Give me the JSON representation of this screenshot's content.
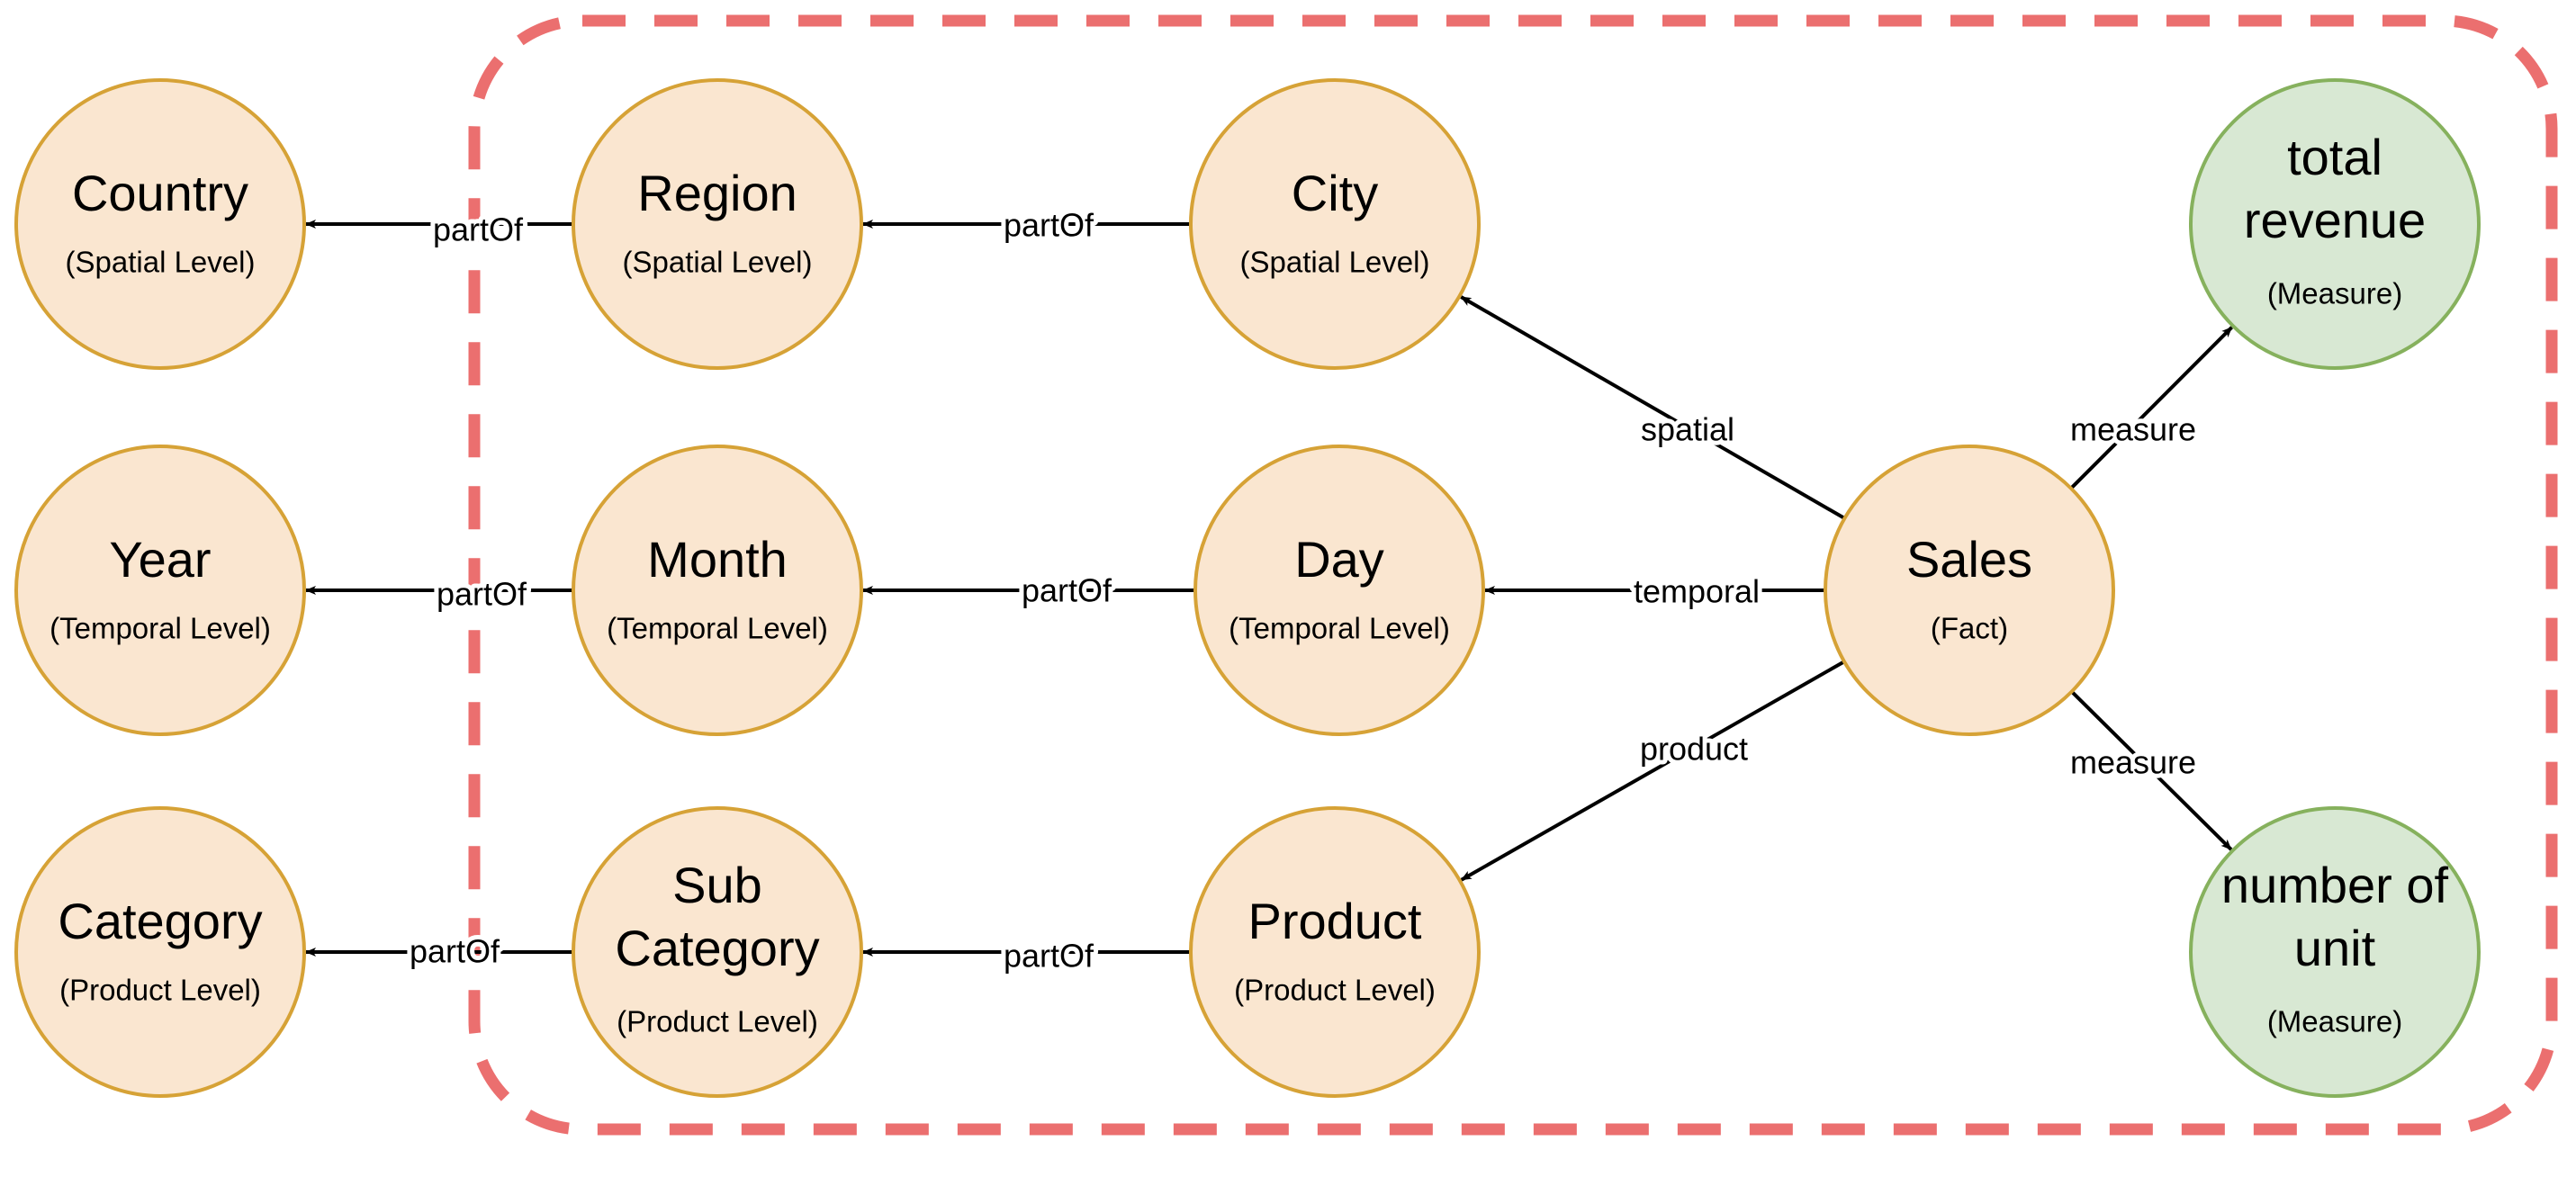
{
  "colors": {
    "dimension_fill": "#fae6d0",
    "dimension_stroke": "#d6a236",
    "measure_fill": "#d8e8d3",
    "measure_stroke": "#86b15d",
    "boundary": "#eb6f6f",
    "edge": "#000000"
  },
  "nodes": {
    "country": {
      "title": [
        "Country"
      ],
      "subtitle": "(Spatial Level)"
    },
    "region": {
      "title": [
        "Region"
      ],
      "subtitle": "(Spatial Level)"
    },
    "city": {
      "title": [
        "City"
      ],
      "subtitle": "(Spatial Level)"
    },
    "year": {
      "title": [
        "Year"
      ],
      "subtitle": "(Temporal Level)"
    },
    "month": {
      "title": [
        "Month"
      ],
      "subtitle": "(Temporal Level)"
    },
    "day": {
      "title": [
        "Day"
      ],
      "subtitle": "(Temporal Level)"
    },
    "category": {
      "title": [
        "Category"
      ],
      "subtitle": "(Product Level)"
    },
    "sub_category": {
      "title": [
        "Sub",
        "Category"
      ],
      "subtitle": "(Product Level)"
    },
    "product": {
      "title": [
        "Product"
      ],
      "subtitle": "(Product Level)"
    },
    "sales": {
      "title": [
        "Sales"
      ],
      "subtitle": "(Fact)"
    },
    "total_revenue": {
      "title": [
        "total",
        "revenue"
      ],
      "subtitle": "(Measure)"
    },
    "number_of_unit": {
      "title": [
        "number of",
        "unit"
      ],
      "subtitle": "(Measure)"
    }
  },
  "edges": [
    {
      "from": "region",
      "to": "country",
      "label": "partOf"
    },
    {
      "from": "city",
      "to": "region",
      "label": "partOf"
    },
    {
      "from": "month",
      "to": "year",
      "label": "partOf"
    },
    {
      "from": "day",
      "to": "month",
      "label": "partOf"
    },
    {
      "from": "sub_category",
      "to": "category",
      "label": "partOf"
    },
    {
      "from": "product",
      "to": "sub_category",
      "label": "partOf"
    },
    {
      "from": "sales",
      "to": "city",
      "label": "spatial"
    },
    {
      "from": "sales",
      "to": "day",
      "label": "temporal"
    },
    {
      "from": "sales",
      "to": "product",
      "label": "product"
    },
    {
      "from": "sales",
      "to": "total_revenue",
      "label": "measure"
    },
    {
      "from": "sales",
      "to": "number_of_unit",
      "label": "measure"
    }
  ]
}
